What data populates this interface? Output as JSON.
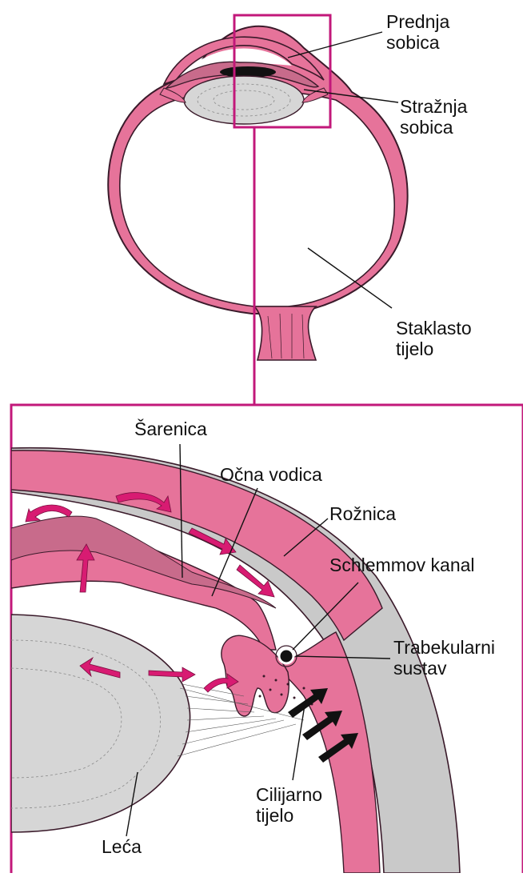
{
  "colors": {
    "tissue": "#e6739a",
    "tissue_light": "#f2bfd0",
    "outline": "#3a1a2a",
    "frame": "#c2187a",
    "lens": "#d6d6d6",
    "arrow": "#d81b72",
    "drain_arrow": "#111111",
    "sclera_grey": "#c9c9c9"
  },
  "top_labels": {
    "anterior_chamber": "Prednja\nsobica",
    "posterior_chamber": "Stražnja\nsobica",
    "vitreous_body": "Staklasto\ntijelo"
  },
  "detail_labels": {
    "iris": "Šarenica",
    "aqueous_humor": "Očna vodica",
    "cornea": "Rožnica",
    "schlemm_canal": "Schlemmov kanal",
    "trabecular_meshwork": "Trabekularni\nsustav",
    "ciliary_body": "Cilijarno\ntijelo",
    "lens": "Leća"
  },
  "icons": {
    "flow_arrow": "curved-flow-arrow-icon",
    "drain_arrow": "drainage-arrow-icon"
  }
}
